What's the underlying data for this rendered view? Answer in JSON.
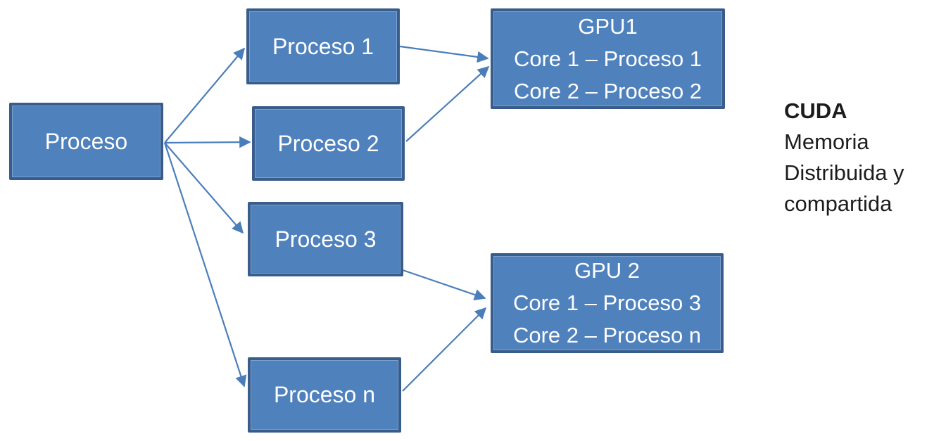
{
  "diagram": {
    "colors": {
      "node_fill": "#4f81bd",
      "node_border": "#385d8a",
      "node_text": "#ffffff",
      "arrow": "#4a7ebb",
      "annotation_text": "#1c1c1c",
      "background": "#ffffff"
    },
    "nodes": {
      "proceso": {
        "label": "Proceso"
      },
      "proceso1": {
        "label": "Proceso 1"
      },
      "proceso2": {
        "label": "Proceso 2"
      },
      "proceso3": {
        "label": "Proceso 3"
      },
      "proceson": {
        "label": "Proceso n"
      },
      "gpu1": {
        "title": "GPU1",
        "lines": [
          "Core 1 – Proceso 1",
          "Core 2 – Proceso 2"
        ]
      },
      "gpu2": {
        "title": "GPU 2",
        "lines": [
          "Core 1 – Proceso 3",
          "Core 2 – Proceso n"
        ]
      }
    },
    "annotation": {
      "title": "CUDA",
      "lines": [
        "Memoria",
        "Distribuida y",
        "compartida"
      ]
    },
    "edges": [
      {
        "from": "proceso",
        "to": "proceso1"
      },
      {
        "from": "proceso",
        "to": "proceso2"
      },
      {
        "from": "proceso",
        "to": "proceso3"
      },
      {
        "from": "proceso",
        "to": "proceson"
      },
      {
        "from": "proceso1",
        "to": "gpu1"
      },
      {
        "from": "proceso2",
        "to": "gpu1"
      },
      {
        "from": "proceso3",
        "to": "gpu2"
      },
      {
        "from": "proceson",
        "to": "gpu2"
      }
    ]
  }
}
